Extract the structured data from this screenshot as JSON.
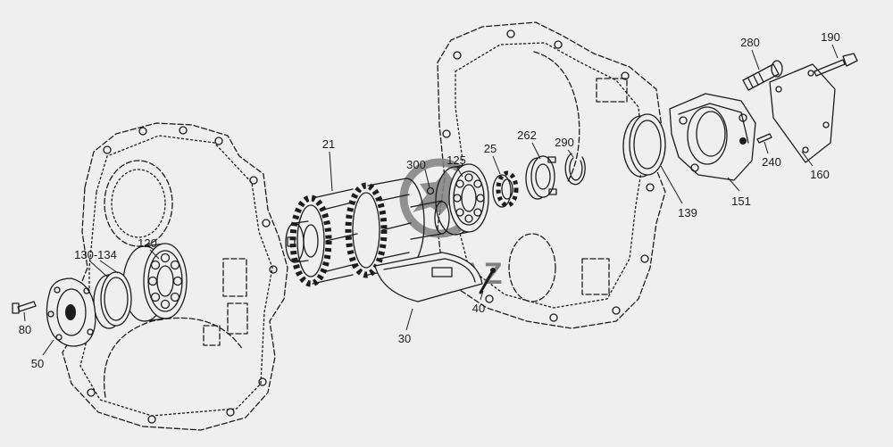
{
  "colors": {
    "background": "#efefef",
    "line": "#1c1c1c",
    "watermark": "#808080"
  },
  "logo": {
    "text": "KAMAZ"
  },
  "callouts": {
    "c21": "21",
    "c25": "25",
    "c30": "30",
    "c40": "40",
    "c50": "50",
    "c80": "80",
    "c120": "120",
    "c125": "125",
    "c130_134": "130-134",
    "c139": "139",
    "c151": "151",
    "c160": "160",
    "c190": "190",
    "c240": "240",
    "c262": "262",
    "c280": "280",
    "c290": "290",
    "c300": "300"
  }
}
